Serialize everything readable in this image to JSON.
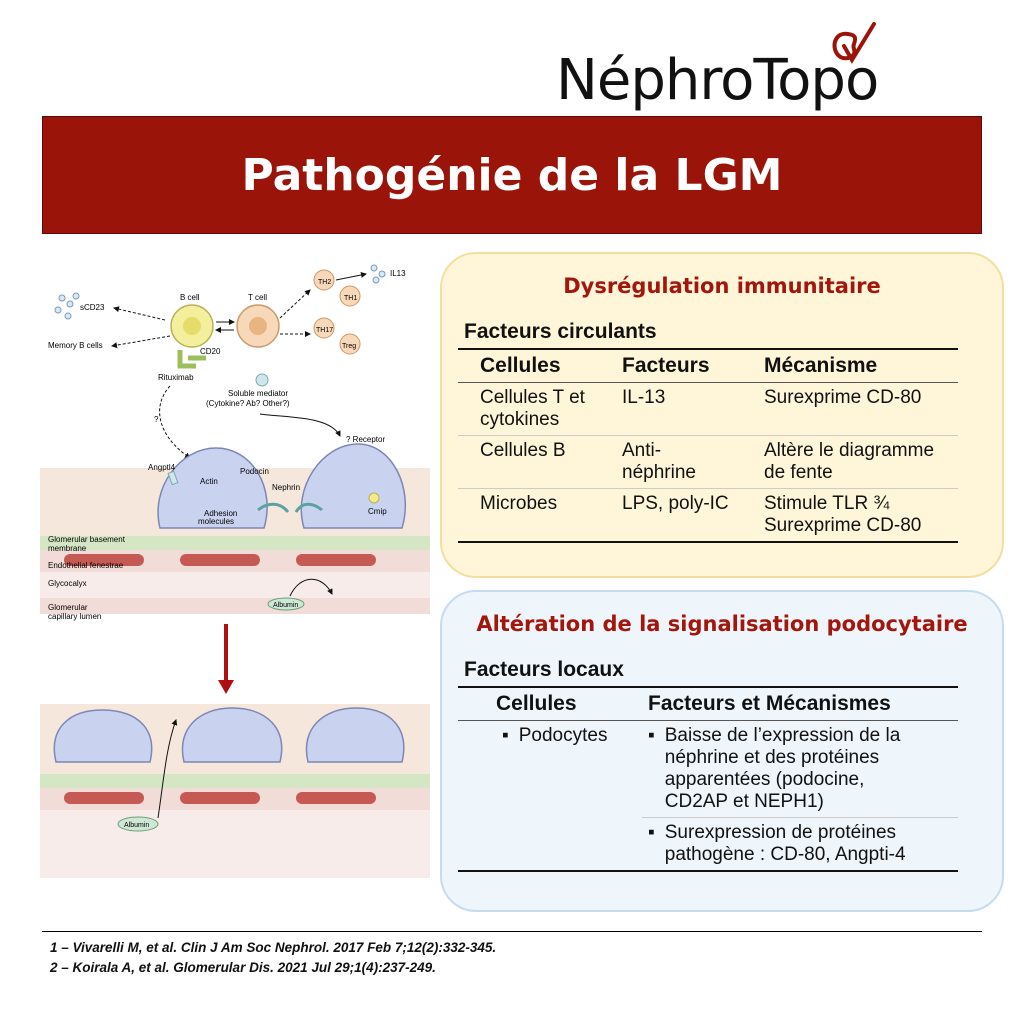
{
  "brand": {
    "name": "NéphroTopo",
    "accent": "#9a1409"
  },
  "title": "Pathogénie de la LGM",
  "diagram": {
    "labels": {
      "b_cell": "B cell",
      "t_cell": "T cell",
      "scd23": "sCD23",
      "memory_b": "Memory B cells",
      "cd20": "CD20",
      "rituximab": "Rituximab",
      "th2": "TH2",
      "il13": "IL13",
      "th1": "TH1",
      "th17": "TH17",
      "treg": "Treg",
      "soluble": "Soluble mediator",
      "soluble2": "(Cytokine? Ab? Other?)",
      "receptor": "? Receptor",
      "q": "?",
      "angptl4": "Angptl4",
      "actin": "Actin",
      "podocin": "Podocin",
      "nephrin": "Nephrin",
      "adhesion": "Adhesion",
      "adhesion2": "molecules",
      "cmip": "Cmip",
      "gbm": "Glomerular basement",
      "gbm2": "membrane",
      "endo": "Endothelial fenestrae",
      "glyco": "Glycocalyx",
      "lumen": "Glomerular",
      "lumen2": "capillary lumen",
      "albumin": "Albumin"
    }
  },
  "immune": {
    "title": "Dysrégulation immunitaire",
    "subtitle": "Facteurs circulants",
    "headers": [
      "Cellules",
      "Facteurs",
      "Mécanisme"
    ],
    "rows": [
      {
        "c": [
          "Cellules T et",
          "cytokines"
        ],
        "f": [
          "IL-13"
        ],
        "m": [
          "Surexprime CD-80"
        ]
      },
      {
        "c": [
          "Cellules B"
        ],
        "f": [
          "Anti-",
          "néphrine"
        ],
        "m": [
          "Altère le diagramme",
          "de fente"
        ]
      },
      {
        "c": [
          "Microbes"
        ],
        "f": [
          "LPS, poly-IC"
        ],
        "m": [
          "Stimule TLR ¾",
          "Surexprime CD-80"
        ]
      }
    ]
  },
  "podo": {
    "title": "Altération de la signalisation podocytaire",
    "subtitle": "Facteurs locaux",
    "headers": [
      "Cellules",
      "Facteurs et Mécanismes"
    ],
    "cell": "Podocytes",
    "items": [
      [
        "Baisse de l’expression de la",
        "néphrine et des protéines",
        "apparentées (podocine,",
        "CD2AP et NEPH1)"
      ],
      [
        "Surexpression de protéines",
        "pathogène : CD-80, Angpti-4"
      ]
    ]
  },
  "refs": [
    "1 – Vivarelli M, et al. Clin J Am Soc Nephrol. 2017 Feb 7;12(2):332-345.",
    "2 – Koirala A, et al. Glomerular Dis. 2021 Jul 29;1(4):237-249."
  ]
}
